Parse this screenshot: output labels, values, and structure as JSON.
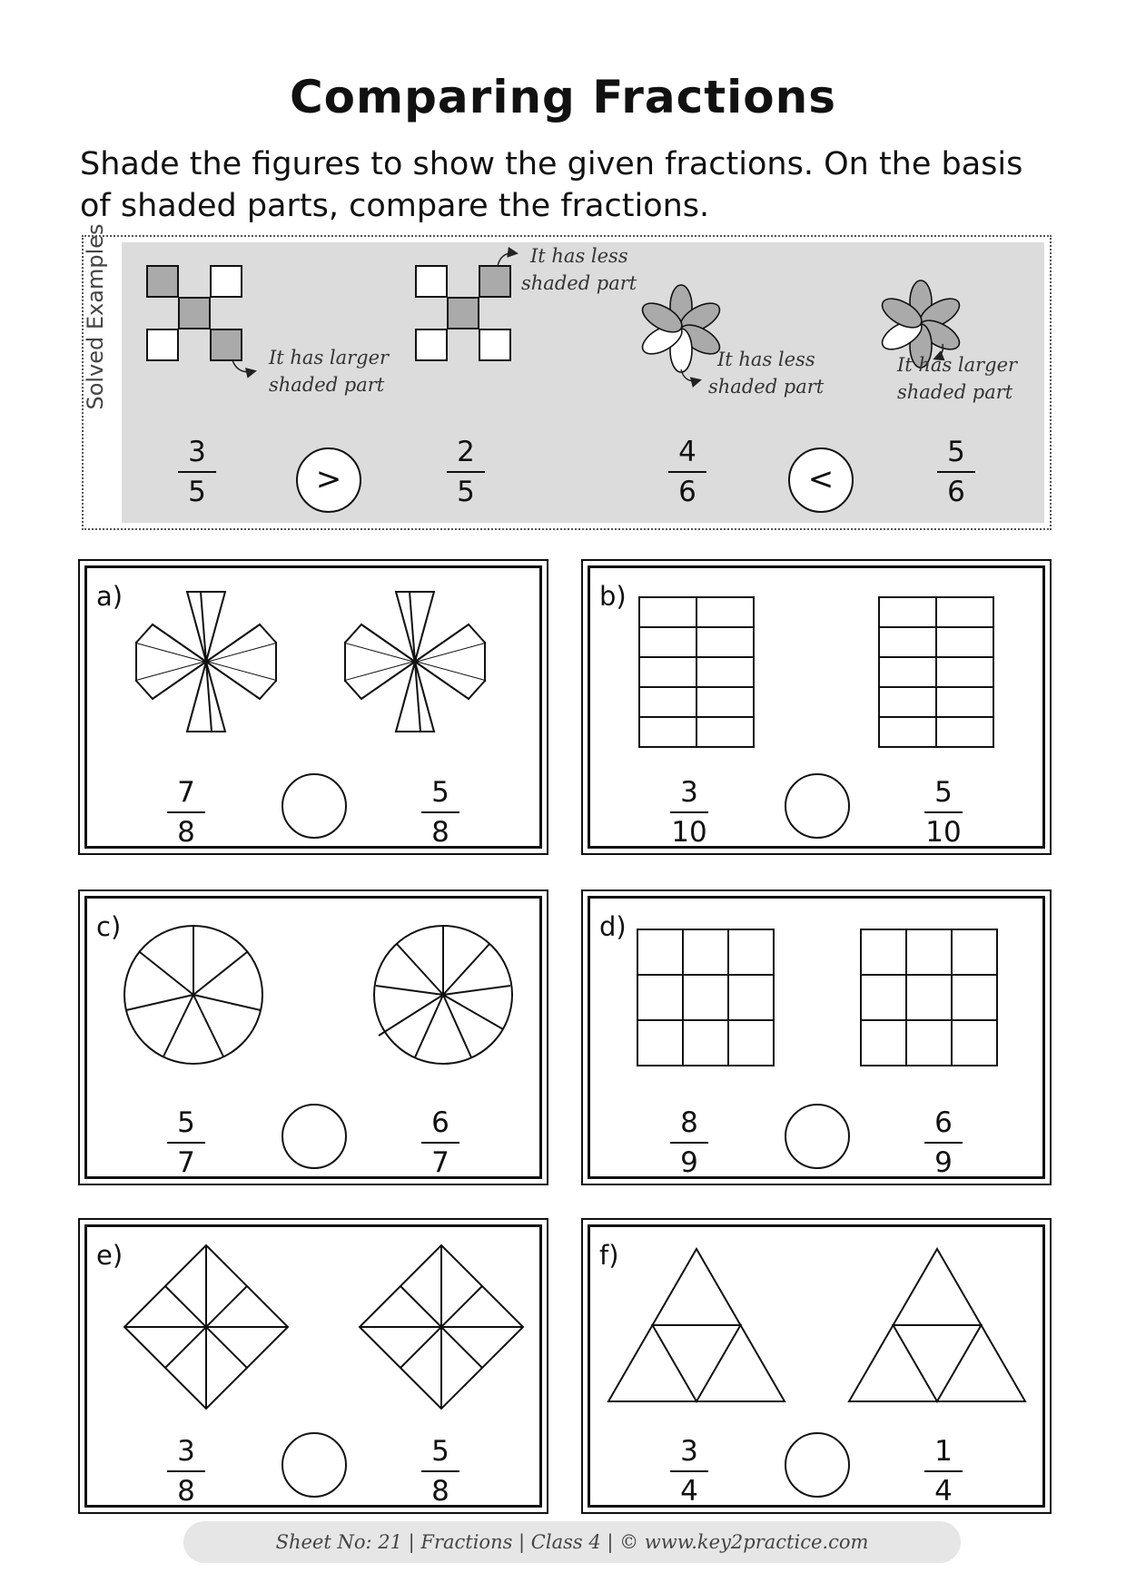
{
  "title": "Comparing Fractions",
  "instruction": "Shade the figures to show the given fractions. On the basis of shaded parts, compare the fractions.",
  "solved": {
    "label": "Solved Examples",
    "notes": {
      "larger1_a": "It has larger",
      "larger1_b": "shaded part",
      "less1_a": "It has less",
      "less1_b": "shaded part",
      "less2_a": "It has less",
      "less2_b": "shaded part",
      "larger2_a": "It has larger",
      "larger2_b": "shaded part"
    },
    "ex1": {
      "left": {
        "num": "3",
        "den": "5"
      },
      "sign": ">",
      "right": {
        "num": "2",
        "den": "5"
      }
    },
    "ex2": {
      "left": {
        "num": "4",
        "den": "6"
      },
      "sign": "<",
      "right": {
        "num": "5",
        "den": "6"
      }
    }
  },
  "problems": [
    {
      "label": "a)",
      "left": {
        "num": "7",
        "den": "8"
      },
      "right": {
        "num": "5",
        "den": "8"
      }
    },
    {
      "label": "b)",
      "left": {
        "num": "3",
        "den": "10"
      },
      "right": {
        "num": "5",
        "den": "10"
      }
    },
    {
      "label": "c)",
      "left": {
        "num": "5",
        "den": "7"
      },
      "right": {
        "num": "6",
        "den": "7"
      }
    },
    {
      "label": "d)",
      "left": {
        "num": "8",
        "den": "9"
      },
      "right": {
        "num": "6",
        "den": "9"
      }
    },
    {
      "label": "e)",
      "left": {
        "num": "3",
        "den": "8"
      },
      "right": {
        "num": "5",
        "den": "8"
      }
    },
    {
      "label": "f)",
      "left": {
        "num": "3",
        "den": "4"
      },
      "right": {
        "num": "1",
        "den": "4"
      }
    }
  ],
  "footer": "Sheet No: 21 | Fractions | Class 4 | © www.key2practice.com"
}
